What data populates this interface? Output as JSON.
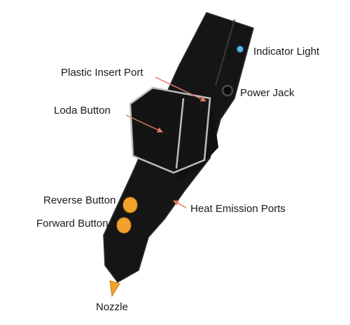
{
  "labels": {
    "indicator_light": "Indicator Light",
    "plastic_insert_port": "Plastic Insert Port",
    "power_jack": "Power Jack",
    "loda_button": "Loda Button",
    "reverse_button": "Reverse Button",
    "forward_button": "Forward Button",
    "heat_emission_ports": "Heat Emission Ports",
    "nozzle": "Nozzle"
  },
  "colors": {
    "pen_body": "#151515",
    "pen_edge": "#2e2e2e",
    "accent_button": "#f2a12a",
    "nozzle": "#f2a12a",
    "indicator_light": "#58b7e8",
    "leader_arrow": "#e07a63"
  }
}
